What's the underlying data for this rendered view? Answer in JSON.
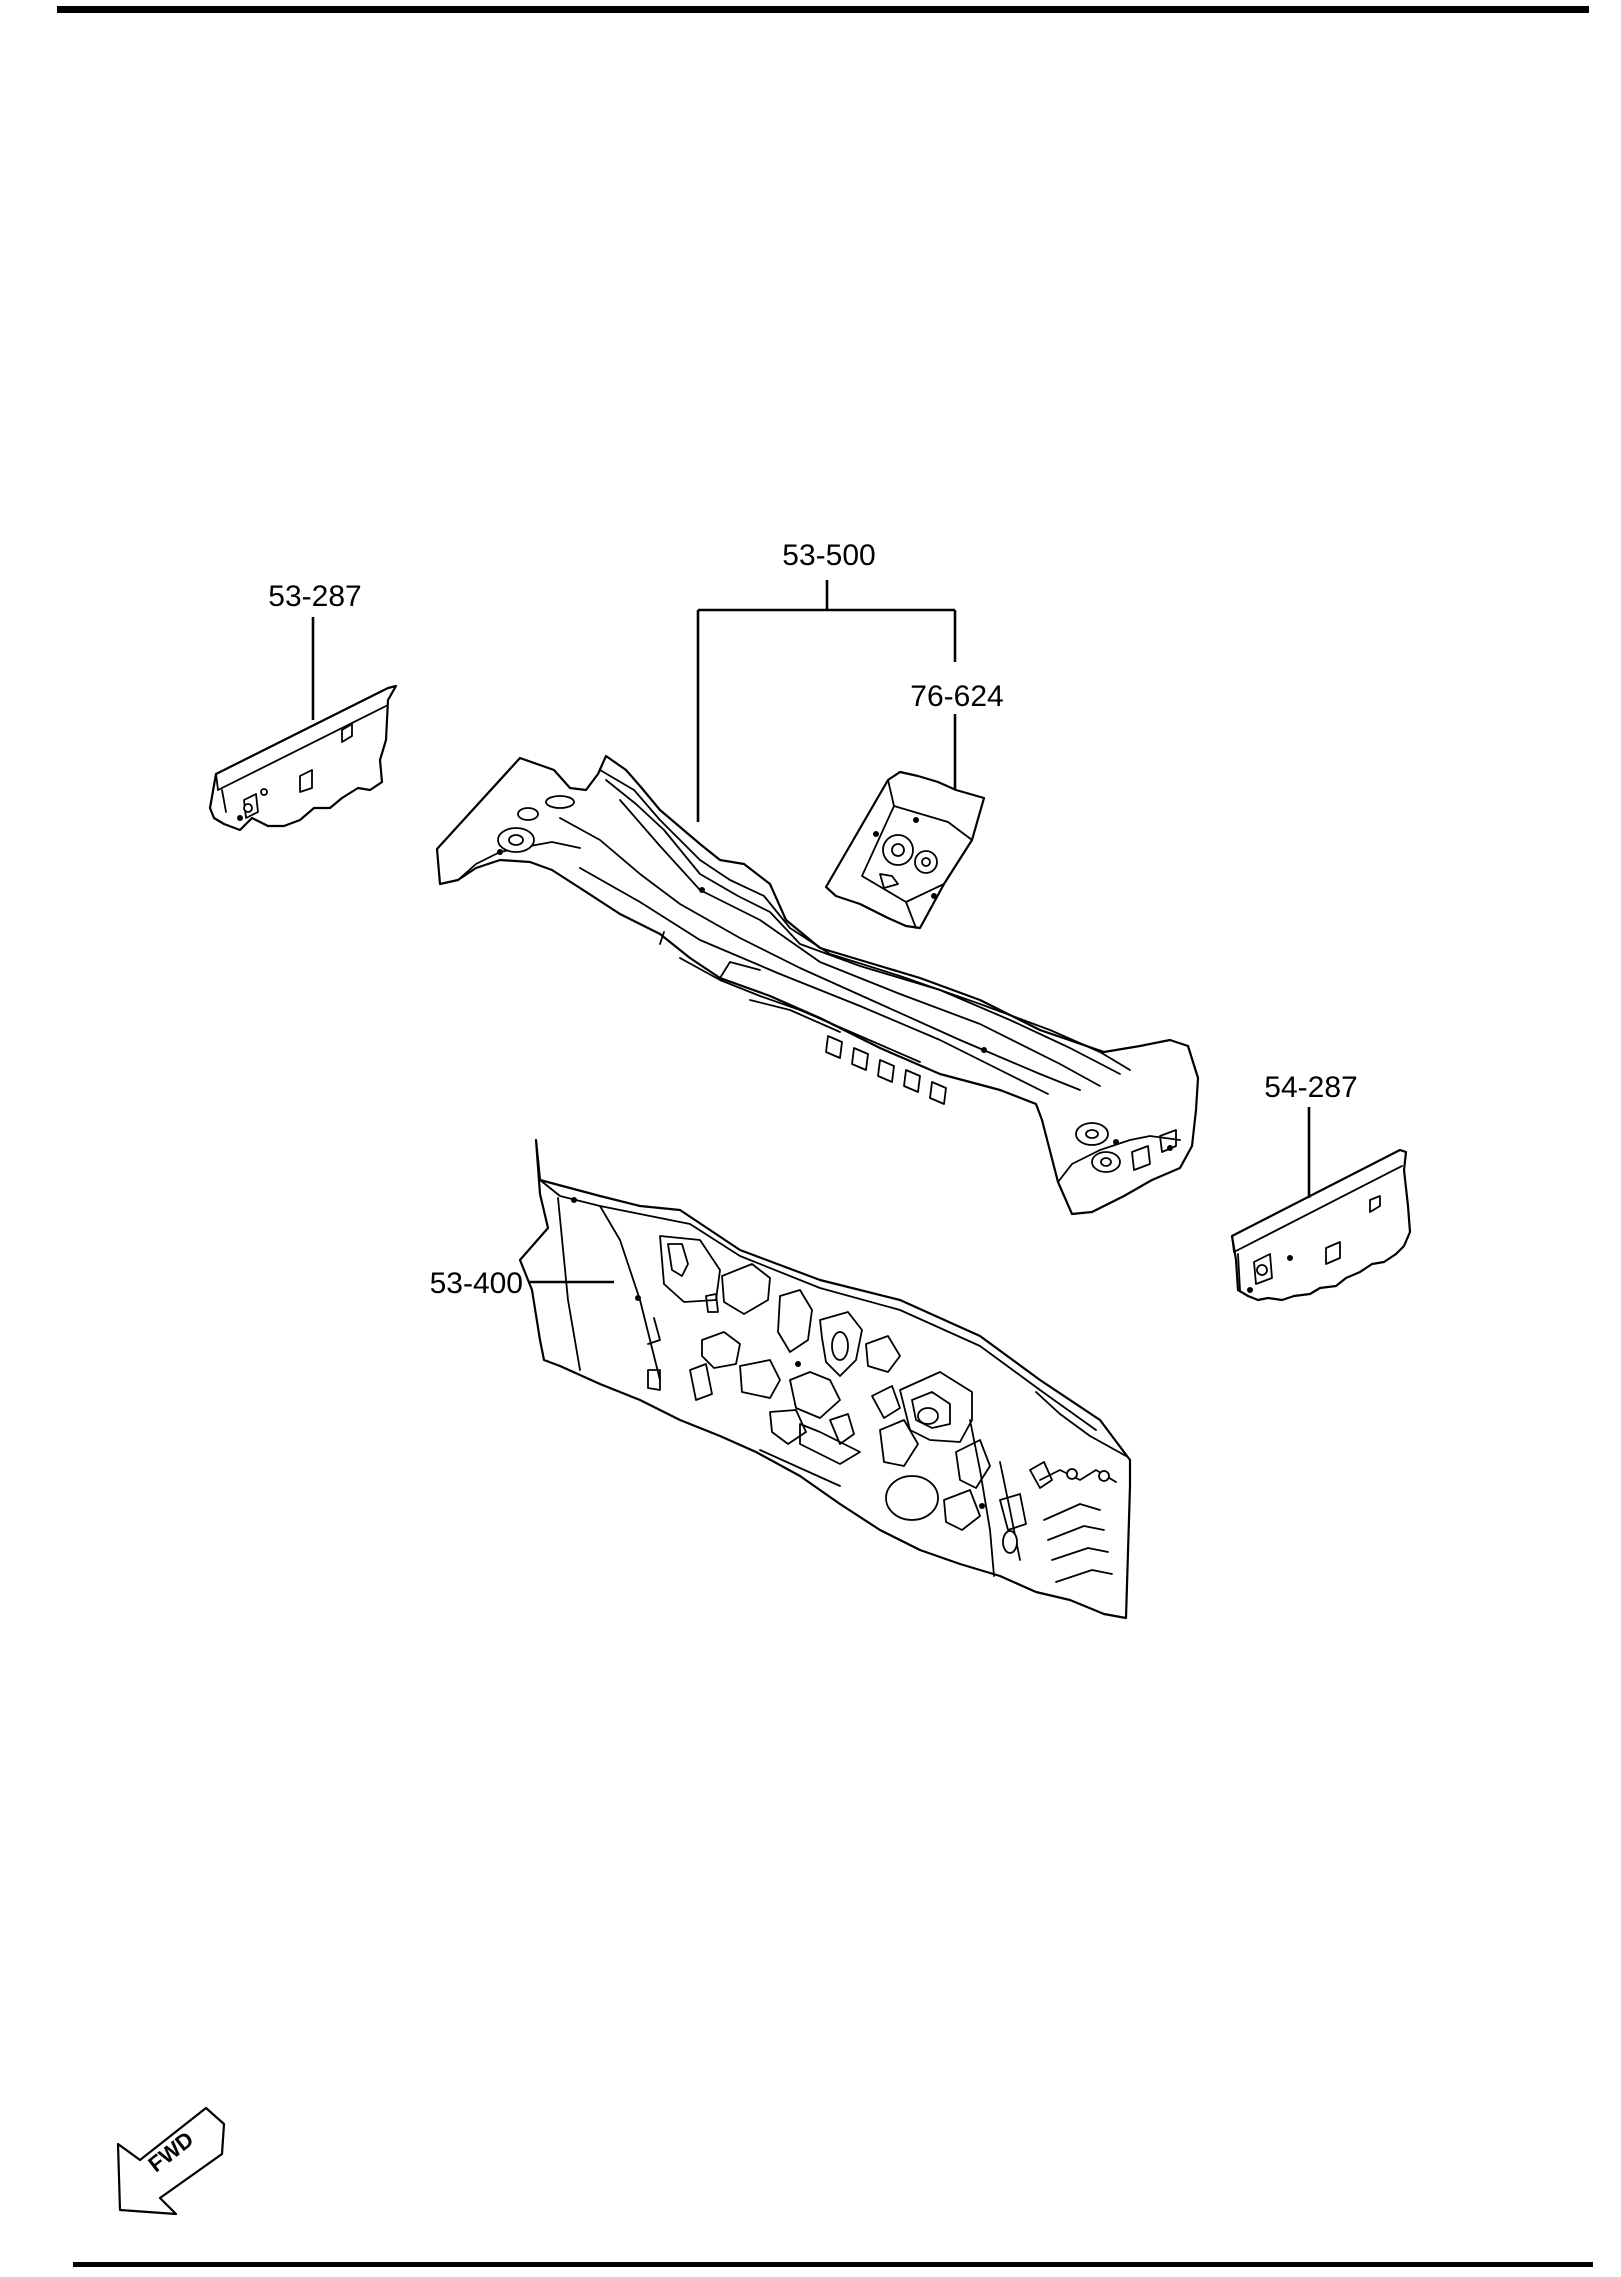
{
  "labels": {
    "front_crossmember": "53-500",
    "bracket": "76-624",
    "left_gusset": "53-287",
    "right_gusset": "54-287",
    "dash_panel": "53-400"
  },
  "fwd_indicator": {
    "text": "FWD",
    "icon": "arrow-left-down"
  }
}
